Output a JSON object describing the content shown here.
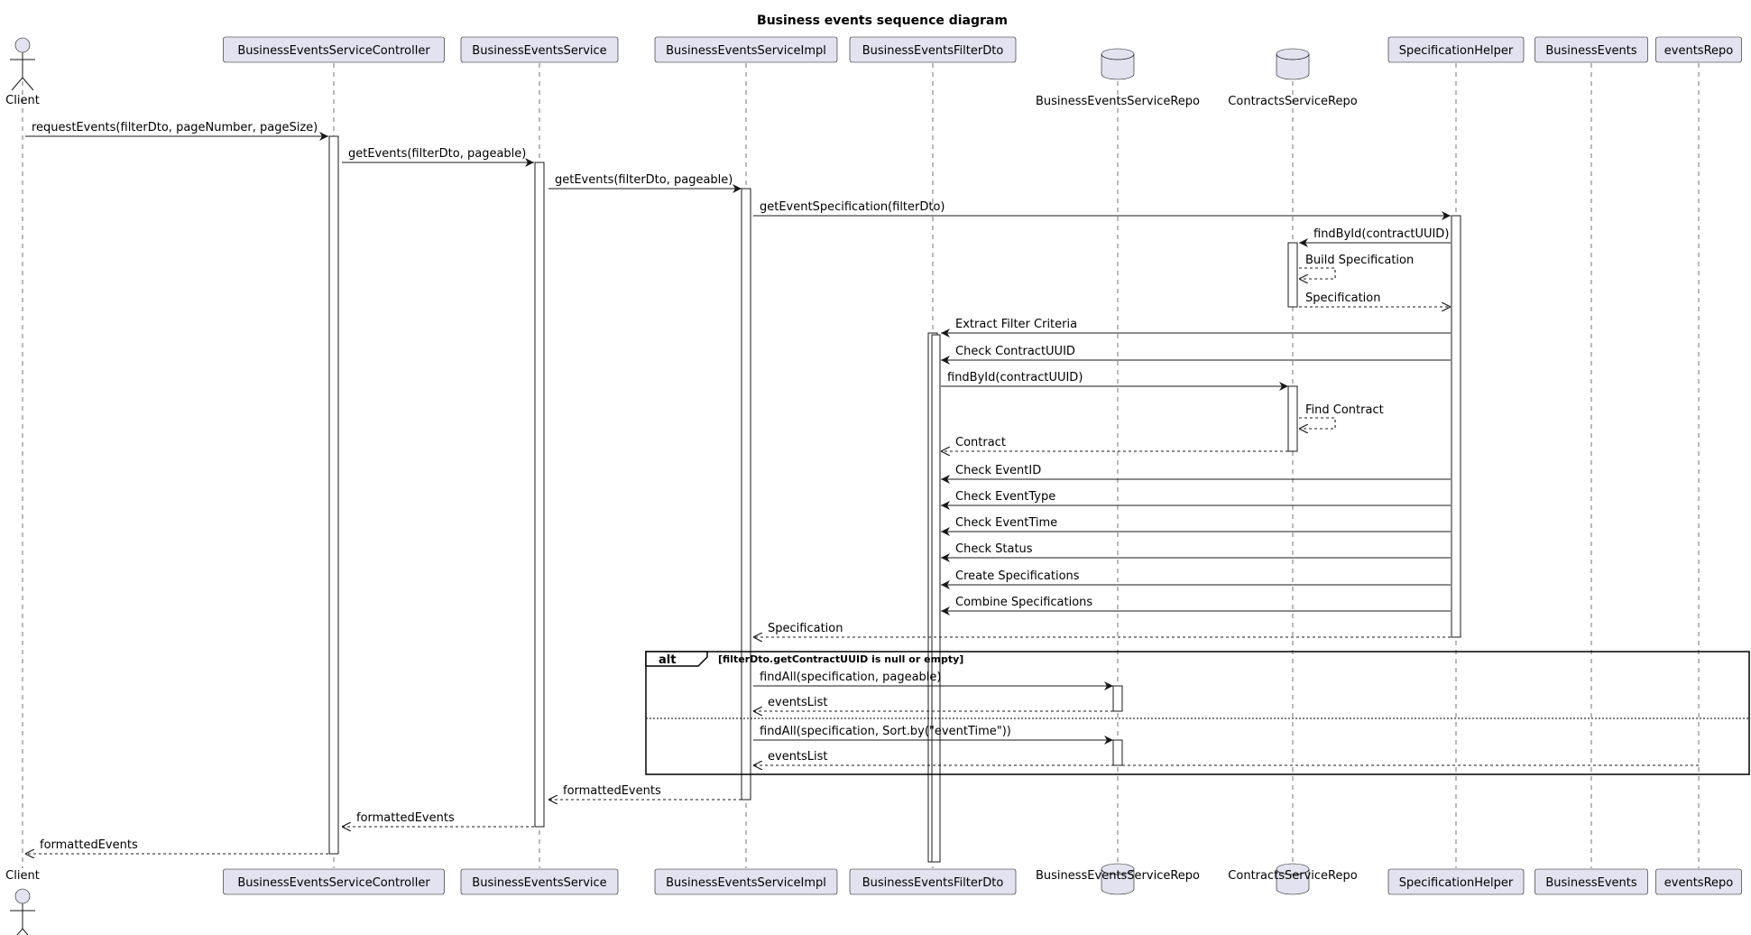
{
  "title": "Business events sequence diagram",
  "participants": [
    {
      "id": "client",
      "name": "Client",
      "kind": "actor"
    },
    {
      "id": "controller",
      "name": "BusinessEventsServiceController",
      "kind": "participant"
    },
    {
      "id": "service",
      "name": "BusinessEventsService",
      "kind": "participant"
    },
    {
      "id": "impl",
      "name": "BusinessEventsServiceImpl",
      "kind": "participant"
    },
    {
      "id": "filter",
      "name": "BusinessEventsFilterDto",
      "kind": "participant"
    },
    {
      "id": "repo",
      "name": "BusinessEventsServiceRepo",
      "kind": "database"
    },
    {
      "id": "contracts",
      "name": "ContractsServiceRepo",
      "kind": "database"
    },
    {
      "id": "spec",
      "name": "SpecificationHelper",
      "kind": "participant"
    },
    {
      "id": "events",
      "name": "BusinessEvents",
      "kind": "participant"
    },
    {
      "id": "eventsRepo",
      "name": "eventsRepo",
      "kind": "participant"
    }
  ],
  "messages": [
    {
      "from": "client",
      "to": "controller",
      "label": "requestEvents(filterDto, pageNumber, pageSize)",
      "type": "sync"
    },
    {
      "from": "controller",
      "to": "service",
      "label": "getEvents(filterDto, pageable)",
      "type": "sync"
    },
    {
      "from": "service",
      "to": "impl",
      "label": "getEvents(filterDto, pageable)",
      "type": "sync"
    },
    {
      "from": "impl",
      "to": "spec",
      "label": "getEventSpecification(filterDto)",
      "type": "sync"
    },
    {
      "from": "spec",
      "to": "contracts",
      "label": "findById(contractUUID)",
      "type": "sync"
    },
    {
      "from": "contracts",
      "to": "contracts",
      "label": "Build Specification",
      "type": "self"
    },
    {
      "from": "contracts",
      "to": "spec",
      "label": "Specification",
      "type": "reply"
    },
    {
      "from": "spec",
      "to": "filter",
      "label": "Extract Filter Criteria",
      "type": "sync"
    },
    {
      "from": "spec",
      "to": "filter",
      "label": "Check ContractUUID",
      "type": "sync"
    },
    {
      "from": "filter",
      "to": "contracts",
      "label": "findById(contractUUID)",
      "type": "sync"
    },
    {
      "from": "contracts",
      "to": "contracts",
      "label": "Find Contract",
      "type": "self"
    },
    {
      "from": "contracts",
      "to": "filter",
      "label": "Contract",
      "type": "reply"
    },
    {
      "from": "spec",
      "to": "filter",
      "label": "Check EventID",
      "type": "sync"
    },
    {
      "from": "spec",
      "to": "filter",
      "label": "Check EventType",
      "type": "sync"
    },
    {
      "from": "spec",
      "to": "filter",
      "label": "Check EventTime",
      "type": "sync"
    },
    {
      "from": "spec",
      "to": "filter",
      "label": "Check Status",
      "type": "sync"
    },
    {
      "from": "spec",
      "to": "filter",
      "label": "Create Specifications",
      "type": "sync"
    },
    {
      "from": "spec",
      "to": "filter",
      "label": "Combine Specifications",
      "type": "sync"
    },
    {
      "from": "spec",
      "to": "impl",
      "label": "Specification",
      "type": "reply"
    },
    {
      "from": "impl",
      "to": "repo",
      "label": "findAll(specification, pageable)",
      "type": "sync"
    },
    {
      "from": "repo",
      "to": "impl",
      "label": "eventsList",
      "type": "reply"
    },
    {
      "from": "impl",
      "to": "repo",
      "label": "findAll(specification, Sort.by(\"eventTime\"))",
      "type": "sync"
    },
    {
      "from": "eventsRepo",
      "to": "impl",
      "label": "eventsList",
      "type": "reply"
    },
    {
      "from": "impl",
      "to": "service",
      "label": "formattedEvents",
      "type": "reply"
    },
    {
      "from": "service",
      "to": "controller",
      "label": "formattedEvents",
      "type": "reply"
    },
    {
      "from": "controller",
      "to": "client",
      "label": "formattedEvents",
      "type": "reply"
    }
  ],
  "alt_fragment": {
    "keyword": "alt",
    "condition": "[filterDto.getContractUUID is null or empty]"
  }
}
